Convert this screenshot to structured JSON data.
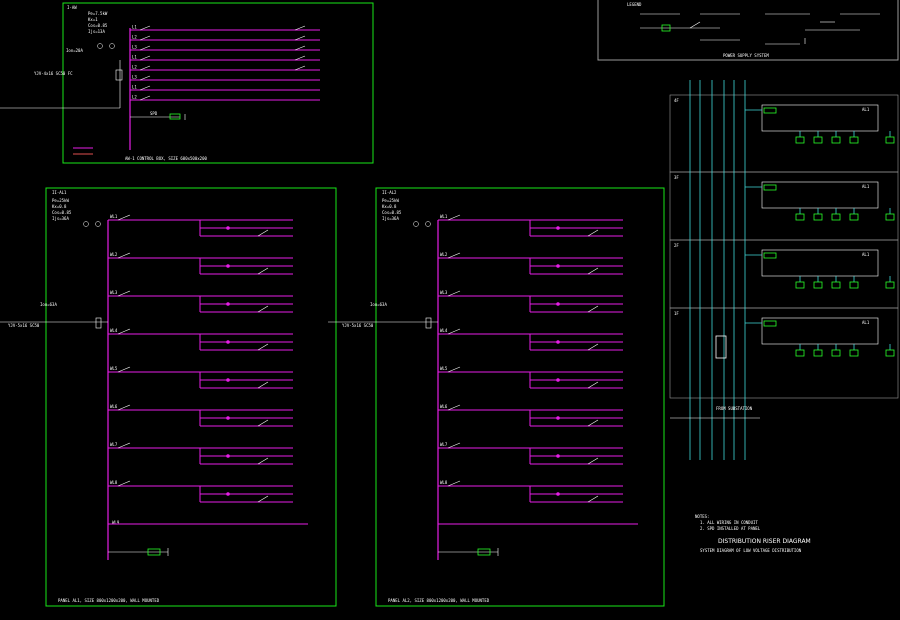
{
  "colors": {
    "background": "#000000",
    "frame": "#19e619",
    "bus": "#e61ee6",
    "riser": "#3fd9d9",
    "text": "#ffffff",
    "grey_frame": "#9a9a9a",
    "accent_green": "#2aff2a"
  },
  "panel_top": {
    "header_lines": [
      "I-AW",
      "Pe=7.5kW",
      "Kx=1",
      "Cos=0.85",
      "Ijs=13A"
    ],
    "incoming": [
      "Ion=20A",
      "YJV-4x16 SC50 FC"
    ],
    "circuit_ids": [
      "L1",
      "L2",
      "L3",
      "L1",
      "L2",
      "L3",
      "L1",
      "L2"
    ],
    "spd_label": "SPD",
    "footer": "AW-1 CONTROL BOX, SIZE 600x500x200"
  },
  "panel_left": {
    "header_lines": [
      "II-AL1",
      "Pe=25kW",
      "Kx=0.8",
      "Cos=0.85",
      "Ijs=36A"
    ],
    "incoming": [
      "Ion=63A",
      "YJV-5x16 SC50"
    ],
    "circuit_ids": [
      "WL1",
      "WL2",
      "WL3",
      "WL4",
      "WL5",
      "WL6",
      "WL7",
      "WL8"
    ],
    "spare_id": "WL9",
    "footer": "PANEL AL1, SIZE 800x1200x200, WALL MOUNTED"
  },
  "panel_right": {
    "header_lines": [
      "II-AL2",
      "Pe=25kW",
      "Kx=0.8",
      "Cos=0.85",
      "Ijs=36A"
    ],
    "incoming": [
      "Ion=63A",
      "YJV-5x16 SC50"
    ],
    "circuit_ids": [
      "WL1",
      "WL2",
      "WL3",
      "WL4",
      "WL5",
      "WL6",
      "WL7",
      "WL8"
    ],
    "footer": "PANEL AL2, SIZE 800x1200x200, WALL MOUNTED"
  },
  "legend_box": {
    "title": "LEGEND",
    "caption": "POWER SUPPLY SYSTEM"
  },
  "riser": {
    "floors": [
      "4F",
      "3F",
      "2F",
      "1F"
    ],
    "box_labels": [
      "AL1",
      "AL1",
      "AL1",
      "AL1"
    ],
    "supply_note": "FROM SUBSTATION"
  },
  "notes": {
    "lines": [
      "NOTES:",
      "1. ALL WIRING IN CONDUIT",
      "2. SPD INSTALLED AT PANEL"
    ],
    "title": "DISTRIBUTION RISER DIAGRAM",
    "subtitle": "SYSTEM DIAGRAM OF LOW VOLTAGE DISTRIBUTION"
  }
}
